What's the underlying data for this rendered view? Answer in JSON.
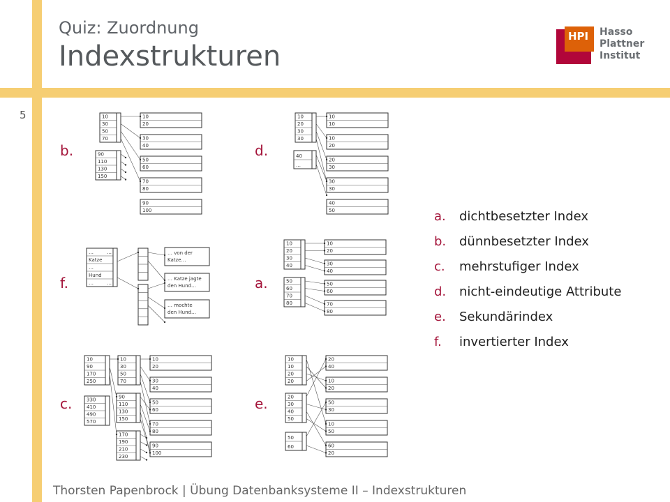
{
  "header": {
    "subtitle": "Quiz: Zuordnung",
    "title": "Indexstrukturen",
    "page_number": "5"
  },
  "logo": {
    "abbr": "HPI",
    "line1": "Hasso",
    "line2": "Plattner",
    "line3": "Institut"
  },
  "figure_labels": {
    "b": "b.",
    "d": "d.",
    "f": "f.",
    "a": "a.",
    "c": "c.",
    "e": "e."
  },
  "legend": [
    {
      "letter": "a.",
      "text": "dichtbesetzter Index"
    },
    {
      "letter": "b.",
      "text": "dünnbesetzter Index"
    },
    {
      "letter": "c.",
      "text": "mehrstufiger Index"
    },
    {
      "letter": "d.",
      "text": "nicht-eindeutige Attribute"
    },
    {
      "letter": "e.",
      "text": "Sekundärindex"
    },
    {
      "letter": "f.",
      "text": "invertierter Index"
    }
  ],
  "diagrams": {
    "b": {
      "index_top": [
        "10",
        "30",
        "50",
        "70"
      ],
      "index_bottom": [
        "90",
        "110",
        "130",
        "150"
      ],
      "blocks": [
        [
          "10",
          "20"
        ],
        [
          "30",
          "40"
        ],
        [
          "50",
          "60"
        ],
        [
          "70",
          "80"
        ],
        [
          "90",
          "100"
        ]
      ]
    },
    "d": {
      "index_top": [
        "10",
        "20",
        "30",
        "30"
      ],
      "index_bottom": [
        "40",
        "…"
      ],
      "blocks": [
        [
          "10",
          "10"
        ],
        [
          "10",
          "20"
        ],
        [
          "20",
          "30"
        ],
        [
          "30",
          "30"
        ],
        [
          "40",
          "50"
        ]
      ]
    },
    "a": {
      "index_top": [
        "10",
        "20",
        "30",
        "40"
      ],
      "index_bottom": [
        "50",
        "60",
        "70",
        "80"
      ],
      "blocks": [
        [
          "10",
          "20"
        ],
        [
          "30",
          "40"
        ],
        [
          "50",
          "60"
        ],
        [
          "70",
          "80"
        ]
      ]
    },
    "c": {
      "outer_top": [
        "10",
        "90",
        "170",
        "250"
      ],
      "outer_bottom": [
        "330",
        "410",
        "490",
        "570"
      ],
      "inner_top": [
        "10",
        "30",
        "50",
        "70"
      ],
      "inner_mid": [
        "90",
        "110",
        "130",
        "150"
      ],
      "inner_bottom": [
        "170",
        "190",
        "210",
        "230"
      ],
      "blocks": [
        [
          "10",
          "20"
        ],
        [
          "30",
          "40"
        ],
        [
          "50",
          "60"
        ],
        [
          "70",
          "80"
        ],
        [
          "90",
          "100"
        ]
      ]
    },
    "e": {
      "index_top": [
        "10",
        "10",
        "20",
        "20"
      ],
      "index_mid": [
        "20",
        "30",
        "40",
        "50"
      ],
      "index_bottom": [
        "50",
        "60"
      ],
      "blocks": [
        [
          "20",
          "40"
        ],
        [
          "10",
          "20"
        ],
        [
          "50",
          "30"
        ],
        [
          "10",
          "50"
        ],
        [
          "60",
          "20"
        ]
      ]
    },
    "f": {
      "rows": [
        "…",
        "Katze",
        "…",
        "Hund",
        "…"
      ],
      "col2": [
        "…",
        "…"
      ],
      "docs": [
        [
          "… von der",
          "Katze…"
        ],
        [
          "… Katze jagte",
          "den Hund…"
        ],
        [
          "… mochte",
          "den Hund…"
        ]
      ]
    }
  },
  "footer": "Thorsten Papenbrock | Übung Datenbanksysteme II – Indexstrukturen"
}
